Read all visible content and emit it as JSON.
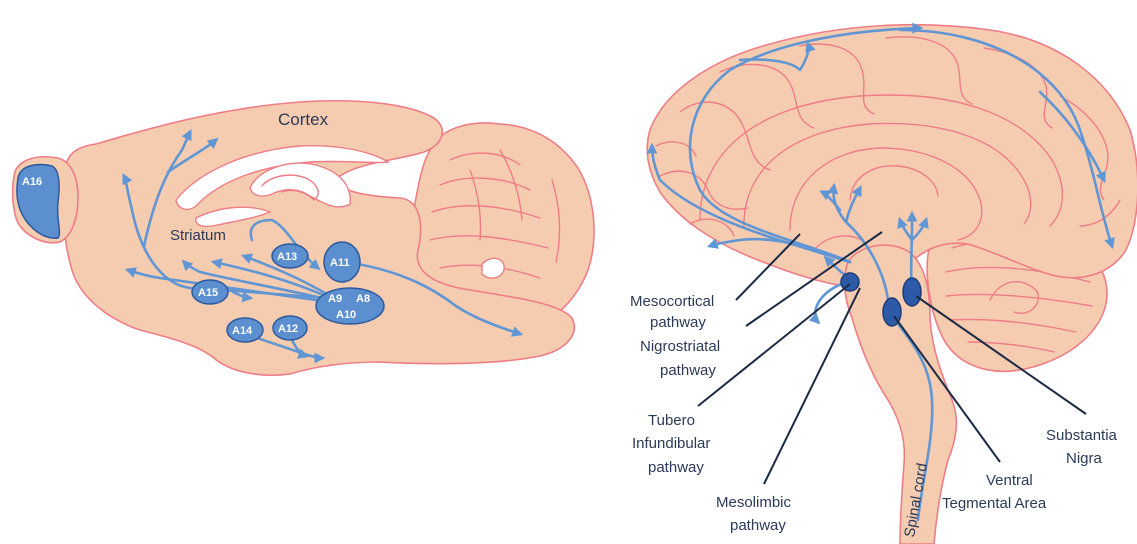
{
  "left_panel": {
    "labels": {
      "cortex": "Cortex",
      "striatum": "Striatum"
    },
    "nuclei": {
      "a16": "A16",
      "a13": "A13",
      "a11": "A11",
      "a15": "A15",
      "a9": "A9",
      "a8": "A8",
      "a10": "A10",
      "a14": "A14",
      "a12": "A12"
    }
  },
  "right_panel": {
    "labels": {
      "mesocortical_1": "Mesocortical",
      "mesocortical_2": "pathway",
      "nigrostriatal_1": "Nigrostriatal",
      "nigrostriatal_2": "pathway",
      "tubero_1": "Tubero",
      "tubero_2": "Infundibular",
      "tubero_3": "pathway",
      "mesolimbic_1": "Mesolimbic",
      "mesolimbic_2": "pathway",
      "spinal_cord": "Spinal cord",
      "vta_1": "Ventral",
      "vta_2": "Tegmental Area",
      "sn_1": "Substantia",
      "sn_2": "Nigra"
    }
  },
  "colors": {
    "brain_fill": "#f6ccb1",
    "brain_outline": "#ee7d86",
    "pathway": "#6096d3",
    "nucleus": "#5b8fd0",
    "label_text": "#2b3a57"
  }
}
